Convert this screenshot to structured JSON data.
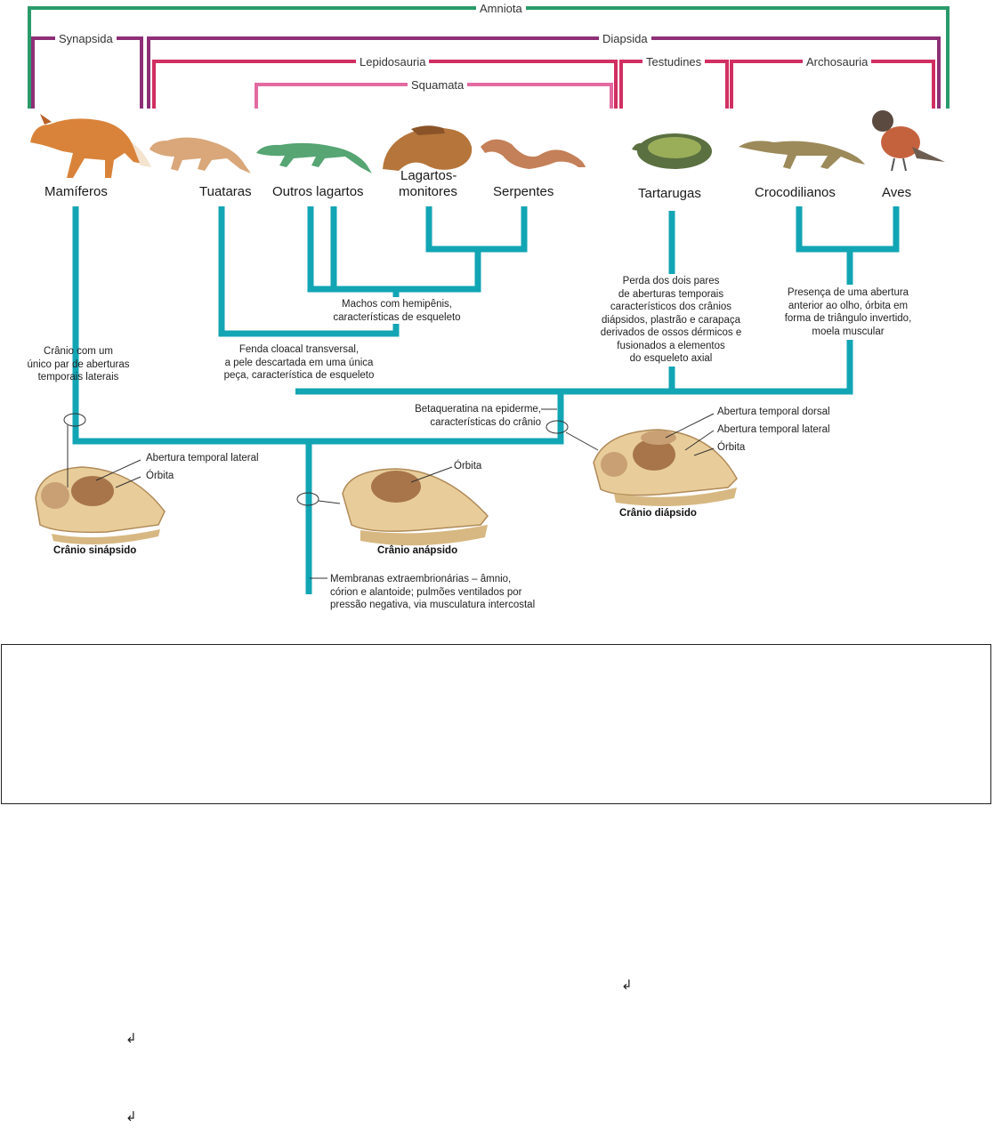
{
  "clades": {
    "amniota": "Amniota",
    "synapsida": "Synapsida",
    "diapsida": "Diapsida",
    "lepidosauria": "Lepidosauria",
    "testudines": "Testudines",
    "archosauria": "Archosauria",
    "squamata": "Squamata"
  },
  "taxa": {
    "mamiferos": "Mamíferos",
    "tuataras": "Tuataras",
    "outros_lagartos": "Outros lagartos",
    "lagartos_monitores_1": "Lagartos-",
    "lagartos_monitores_2": "monitores",
    "serpentes": "Serpentes",
    "tartarugas": "Tartarugas",
    "crocodilianos": "Crocodilianos",
    "aves": "Aves"
  },
  "notes": {
    "hemipenis": [
      "Machos com hemipênis,",
      "características de esqueleto"
    ],
    "cloacal": [
      "Fenda cloacal transversal,",
      "a pele descartada em uma única",
      "peça, característica de esqueleto"
    ],
    "synapsid_skull": [
      "Crânio com um",
      "único par de aberturas",
      "temporais laterais"
    ],
    "testudines": [
      "Perda dos dois pares",
      "de aberturas temporais",
      "característicos dos crânios",
      "diápsidos, plastrão e carapaça",
      "derivados de ossos dérmicos e",
      "fusionados a elementos",
      "do esqueleto axial"
    ],
    "archosauria": [
      "Presença de uma abertura",
      "anterior ao olho, órbita em",
      "forma de triângulo invertido,",
      "moela muscular"
    ],
    "betaqueratina": [
      "Betaqueratina na epiderme,",
      "características do crânio"
    ],
    "amniota_root": [
      "Membranas extraembrionárias – âmnio,",
      "córion e alantoide; pulmões ventilados por",
      "pressão negativa, via musculatura intercostal"
    ]
  },
  "skulls": {
    "synapsid": {
      "caption": "Crânio sinápsido",
      "parts": [
        "Abertura temporal lateral",
        "Órbita"
      ]
    },
    "anapsid": {
      "caption": "Crânio anápsido",
      "parts": [
        "Órbita"
      ]
    },
    "diapsid": {
      "caption": "Crânio diápsido",
      "parts": [
        "Abertura temporal dorsal",
        "Abertura temporal lateral",
        "Órbita"
      ]
    }
  },
  "colors": {
    "tree": "#12a5b4",
    "amniota": "#2a9a6a",
    "diapsida": "#8e2f78",
    "lepidosauria": "#d12f62",
    "squamata": "#e36aa0"
  },
  "handwritten": [
    "↲",
    "↲",
    "↲"
  ]
}
